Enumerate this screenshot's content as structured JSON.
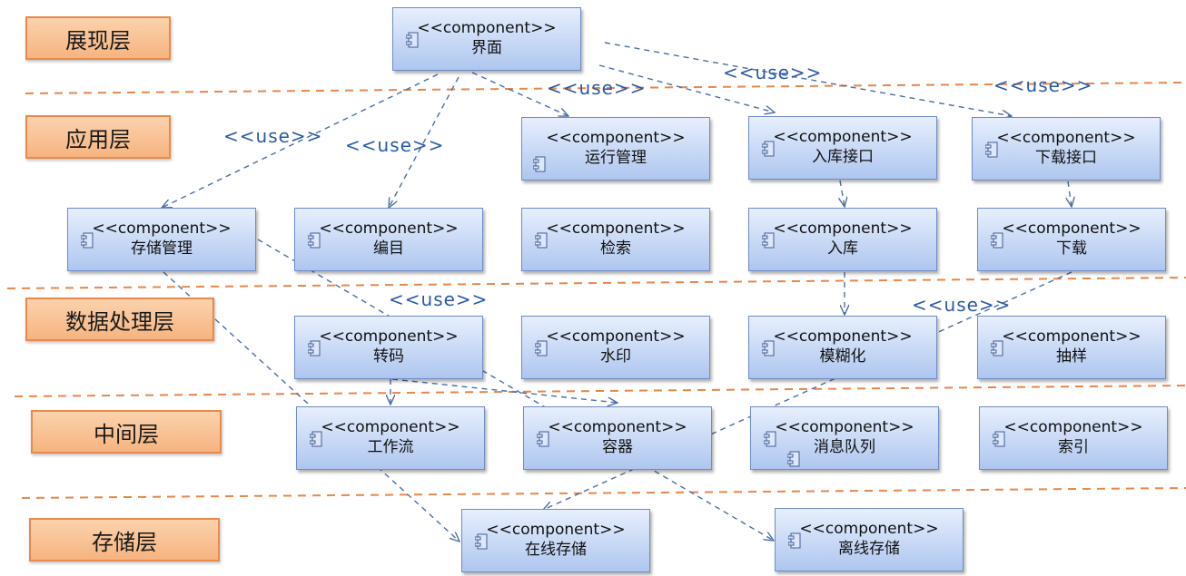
{
  "layers": [
    {
      "key": "presentation",
      "label": "展现层"
    },
    {
      "key": "application",
      "label": "应用层"
    },
    {
      "key": "data_processing",
      "label": "数据处理层"
    },
    {
      "key": "middle",
      "label": "中间层"
    },
    {
      "key": "storage",
      "label": "存储层"
    }
  ],
  "stereotype": "<<component>>",
  "components": {
    "ui": "界面",
    "run_mgmt": "运行管理",
    "inbound_api": "入库接口",
    "download_api": "下载接口",
    "storage_mgmt": "存储管理",
    "catalog": "编目",
    "search": "检索",
    "inbound": "入库",
    "download": "下载",
    "transcode": "转码",
    "watermark": "水印",
    "blur": "模糊化",
    "sampling": "抽样",
    "workflow": "工作流",
    "container": "容器",
    "message_queue": "消息队列",
    "index": "索引",
    "online_storage": "在线存储",
    "offline_storage": "离线存储"
  },
  "use_label": "<<use>>",
  "colors": {
    "layer_fill": "#f6b480",
    "layer_border": "#e78a4b",
    "component_fill": "#aec6ef",
    "component_border": "#6f8cc4",
    "connector": "#4a6fa5",
    "separator": "#e7874a",
    "use_text": "#2b5aa1"
  }
}
